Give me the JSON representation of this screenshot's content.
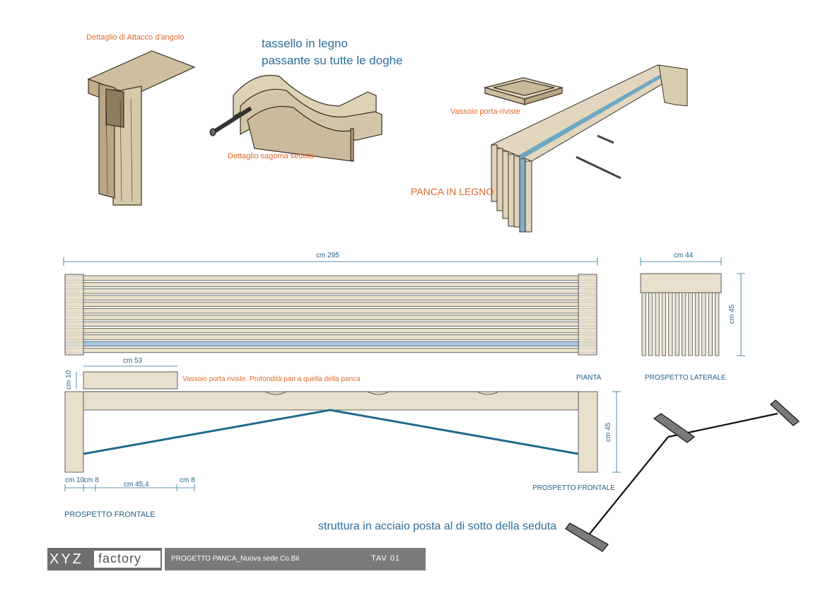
{
  "labels": {
    "corner_detail": "Dettaglio di Attacco d'angolo",
    "dowel_line1": "tassello in legno",
    "dowel_line2": "passante su tutte le doghe",
    "seat_detail": "Dettaglio sagoma seduta",
    "tray": "Vassoio porta-riviste",
    "bench": "PANCA IN LEGNO",
    "tray_note": "Vassoio porta riviste. Profondità pari a quella della panca",
    "plan": "PIANTA",
    "side_view": "PROSPETTO LATERALE",
    "front_view_right": "PROSPETTO FRONTALE",
    "front_view_left": "PROSPETTO FRONTALE",
    "steel": "struttura in acciaio posta al di sotto della seduta"
  },
  "dimensions": {
    "length": "cm 295",
    "depth": "cm 44",
    "side_height": "cm 45",
    "tray_width": "cm 53",
    "tray_height": "cm 10",
    "front_height": "cm 45",
    "leg_left": "cm 10",
    "gap_left": "cm 8",
    "span": "cm 45,4",
    "gap_right": "cm 8"
  },
  "footer": {
    "brand1": "XYZ",
    "brand2": "factory",
    "project": "PROGETTO PANCA_Nuova sede Co.Bit",
    "sheet": "TAV 01"
  },
  "colors": {
    "wood": "#e8dfcc",
    "accent_blue": "#2a6f93",
    "orange": "#e0692a",
    "footer_dark": "#6e6e6e"
  }
}
